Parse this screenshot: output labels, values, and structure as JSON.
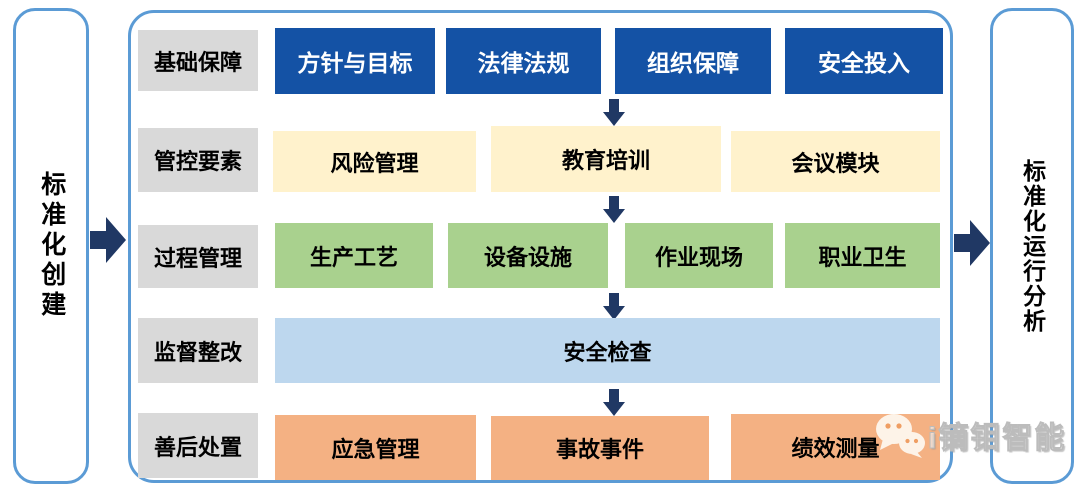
{
  "diagram": {
    "left_panel": {
      "label": "标准化创建"
    },
    "right_panel": {
      "label": "标准化运行分析"
    },
    "rows": [
      {
        "label": "基础保障",
        "items": [
          "方针与目标",
          "法律法规",
          "组织保障",
          "安全投入"
        ]
      },
      {
        "label": "管控要素",
        "items": [
          "风险管理",
          "教育培训",
          "会议模块"
        ]
      },
      {
        "label": "过程管理",
        "items": [
          "生产工艺",
          "设备设施",
          "作业现场",
          "职业卫生"
        ]
      },
      {
        "label": "监督整改",
        "items": [
          "安全检查"
        ]
      },
      {
        "label": "善后处置",
        "items": [
          "应急管理",
          "事故事件",
          "绩效测量"
        ]
      }
    ]
  },
  "watermark": {
    "icon": "wechat-icon",
    "text": "i镝钼智能"
  },
  "colors": {
    "panel_border": "#5B9BD5",
    "row_label_bg": "#D9D9D9",
    "basic_support_box": "#1452A5",
    "control_elements_box": "#FFF2CC",
    "process_mgmt_box": "#A9D18E",
    "supervision_box": "#BDD7EE",
    "aftermath_box": "#F4B183",
    "arrow": "#203864"
  }
}
